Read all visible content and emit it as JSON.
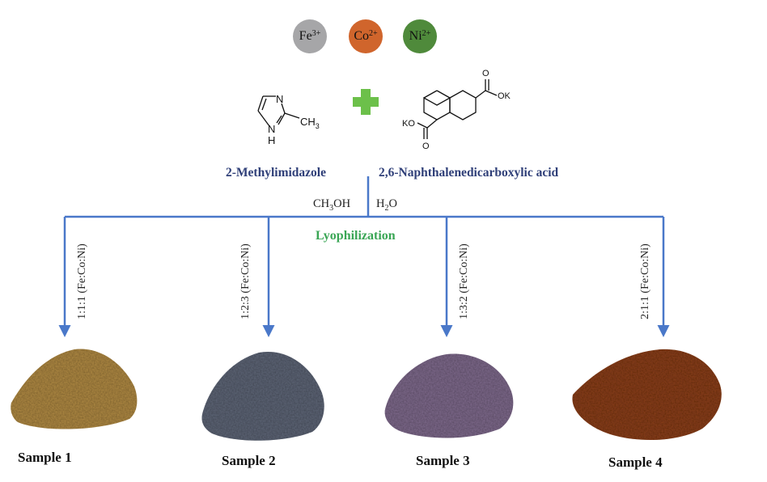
{
  "ions": [
    {
      "symbol": "Fe",
      "charge": "3+",
      "color": "#a6a6a8"
    },
    {
      "symbol": "Co",
      "charge": "2+",
      "color": "#d0652c"
    },
    {
      "symbol": "Ni",
      "charge": "2+",
      "color": "#4f8a3b"
    }
  ],
  "structures": {
    "methylimidazole": {
      "n_top": "N",
      "n_bottom": "N",
      "h": "H",
      "methyl": "CH",
      "methyl_sub": "3"
    },
    "naphthalene": {
      "ok_top": "OK",
      "ko_bottom": "KO",
      "o_top": "O",
      "o_bottom": "O"
    }
  },
  "reagents": {
    "ligand1": "2-Methylimidazole",
    "ligand2": "2,6-Naphthalenedicarboxylic acid"
  },
  "solvents": {
    "left": {
      "main": "CH",
      "sub": "3",
      "rest": "OH"
    },
    "right": {
      "main": "H",
      "sub": "2",
      "rest": "O"
    }
  },
  "process": "Lyophilization",
  "colors": {
    "arrow": "#4a78c9",
    "reagent_text": "#2f3f78",
    "process_text": "#3aa655",
    "plus": "#6cc04a"
  },
  "samples": [
    {
      "ratio": "1:1:1 (Fe:Co:Ni)",
      "label": "Sample 1",
      "powder_color": "#b08a45"
    },
    {
      "ratio": "1:2:3 (Fe:Co:Ni)",
      "label": "Sample 2",
      "powder_color": "#5f6677"
    },
    {
      "ratio": "1:3:2 (Fe:Co:Ni)",
      "label": "Sample 3",
      "powder_color": "#7f6a8c"
    },
    {
      "ratio": "2:1:1 (Fe:Co:Ni)",
      "label": "Sample 4",
      "powder_color": "#8a3f1c"
    }
  ]
}
